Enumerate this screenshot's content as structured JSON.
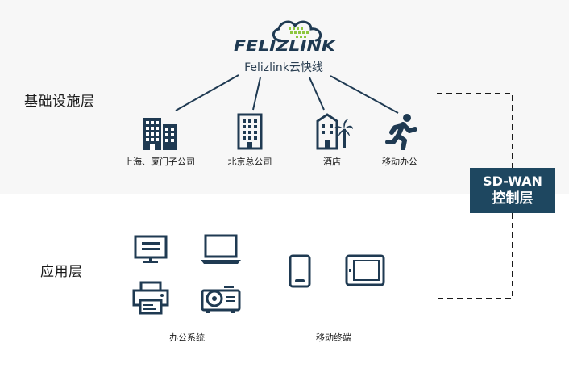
{
  "brand": {
    "logo_text": "FELIZLINK",
    "subtitle": "Felizlink云快线"
  },
  "layers": {
    "infrastructure": "基础设施层",
    "application": "应用层"
  },
  "nodes": [
    {
      "id": "shanghai-xiamen",
      "label": "上海、厦门子公司",
      "icon": "office-buildings-icon"
    },
    {
      "id": "beijing",
      "label": "北京总公司",
      "icon": "office-tower-icon"
    },
    {
      "id": "hotel",
      "label": "酒店",
      "icon": "hotel-palm-icon"
    },
    {
      "id": "mobile-office",
      "label": "移动办公",
      "icon": "running-person-icon"
    }
  ],
  "app_groups": [
    {
      "label": "办公系统",
      "icons": [
        "monitor-icon",
        "laptop-icon",
        "printer-icon",
        "projector-icon"
      ]
    },
    {
      "label": "移动终端",
      "icons": [
        "phone-icon",
        "tablet-icon"
      ]
    }
  ],
  "control": {
    "line1": "SD-WAN",
    "line2": "控制层"
  },
  "colors": {
    "accent_dark": "#1e4760",
    "logo_green": "#8dc63f",
    "icon_navy": "#1f3a52",
    "band_bg": "#f7f7f7"
  }
}
